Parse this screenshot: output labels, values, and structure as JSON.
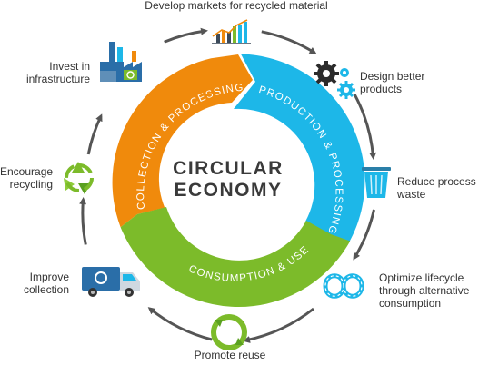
{
  "center": {
    "line1": "CIRCULAR",
    "line2": "ECONOMY"
  },
  "segments": {
    "collection": "COLLECTION & PROCESSING",
    "production": "PRODUCTION & PROCESSING",
    "consumption": "CONSUMPTION & USE"
  },
  "steps": {
    "develop": "Develop markets for recycled material",
    "design": [
      "Design better",
      "products"
    ],
    "reduce": [
      "Reduce process",
      "waste"
    ],
    "optimize": [
      "Optimize lifecycle",
      "through alternative",
      "consumption"
    ],
    "reuse": "Promote reuse",
    "collection": [
      "Improve",
      "collection"
    ],
    "recycling": [
      "Encourage",
      "recycling"
    ],
    "infrastructure": [
      "Invest in",
      "infrastructure"
    ]
  },
  "icons": {
    "develop": "bar-chart-icon",
    "design": "gears-icon",
    "reduce": "trash-bin-icon",
    "optimize": "infinity-icon",
    "reuse": "reuse-arrows-icon",
    "collection": "recycling-truck-icon",
    "recycling": "recycle-icon",
    "infrastructure": "factory-icon"
  },
  "colors": {
    "collection": "#f08a0c",
    "production": "#1db7e8",
    "consumption": "#7cbb2a",
    "ring": "#555555",
    "hub_text": "#3a3a3a"
  }
}
